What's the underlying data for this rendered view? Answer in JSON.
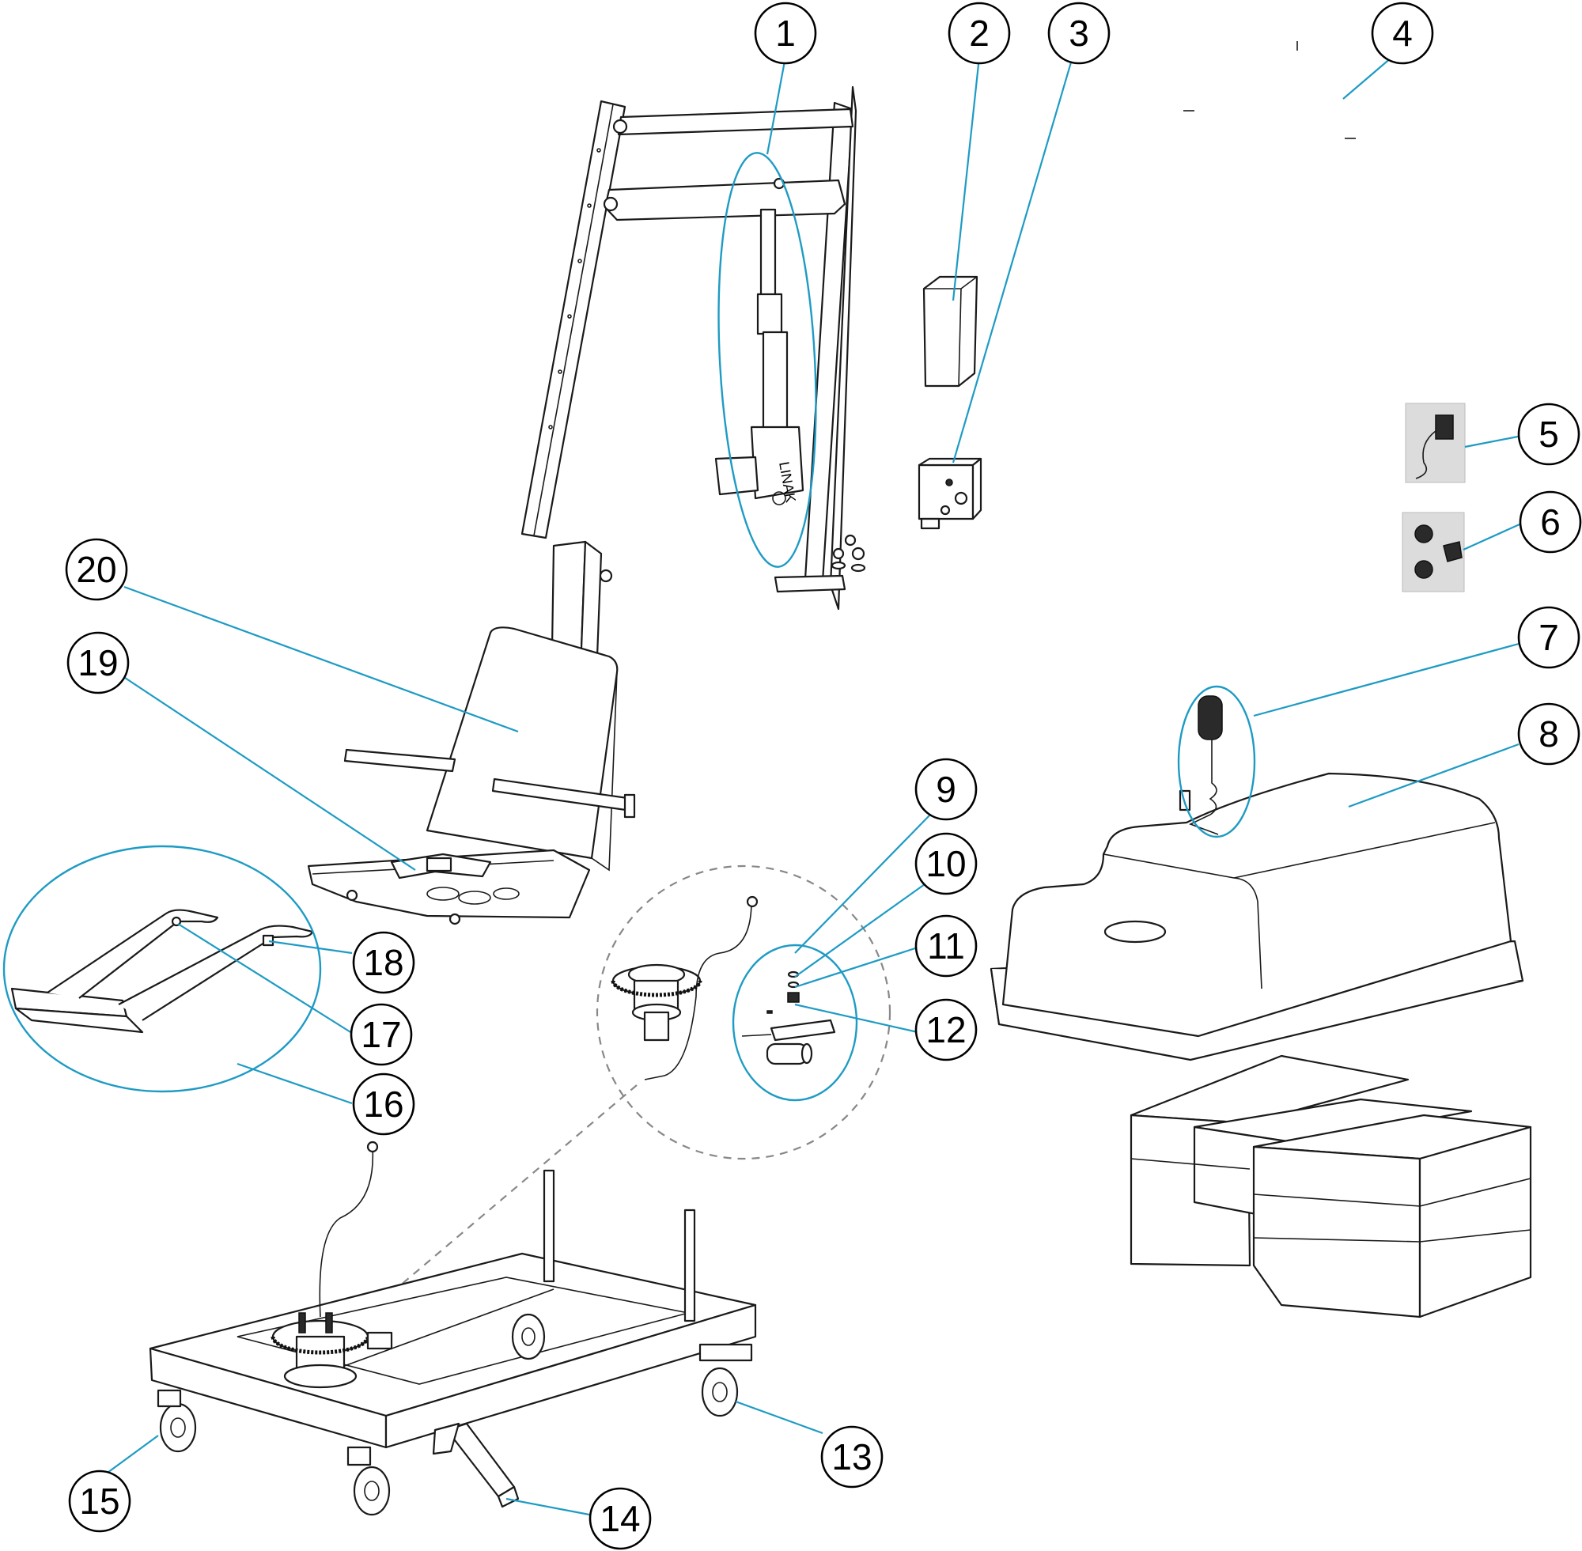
{
  "diagram": {
    "callouts": [
      {
        "id": "c1",
        "label": "1"
      },
      {
        "id": "c2",
        "label": "2"
      },
      {
        "id": "c3",
        "label": "3"
      },
      {
        "id": "c4",
        "label": "4"
      },
      {
        "id": "c5",
        "label": "5"
      },
      {
        "id": "c6",
        "label": "6"
      },
      {
        "id": "c7",
        "label": "7"
      },
      {
        "id": "c8",
        "label": "8"
      },
      {
        "id": "c9",
        "label": "9"
      },
      {
        "id": "c10",
        "label": "10"
      },
      {
        "id": "c11",
        "label": "11"
      },
      {
        "id": "c12",
        "label": "12"
      },
      {
        "id": "c13",
        "label": "13"
      },
      {
        "id": "c14",
        "label": "14"
      },
      {
        "id": "c15",
        "label": "15"
      },
      {
        "id": "c16",
        "label": "16"
      },
      {
        "id": "c17",
        "label": "17"
      },
      {
        "id": "c18",
        "label": "18"
      },
      {
        "id": "c19",
        "label": "19"
      },
      {
        "id": "c20",
        "label": "20"
      }
    ],
    "actuator_brand": "LINAK",
    "leader_color": "#1e9bc4"
  }
}
